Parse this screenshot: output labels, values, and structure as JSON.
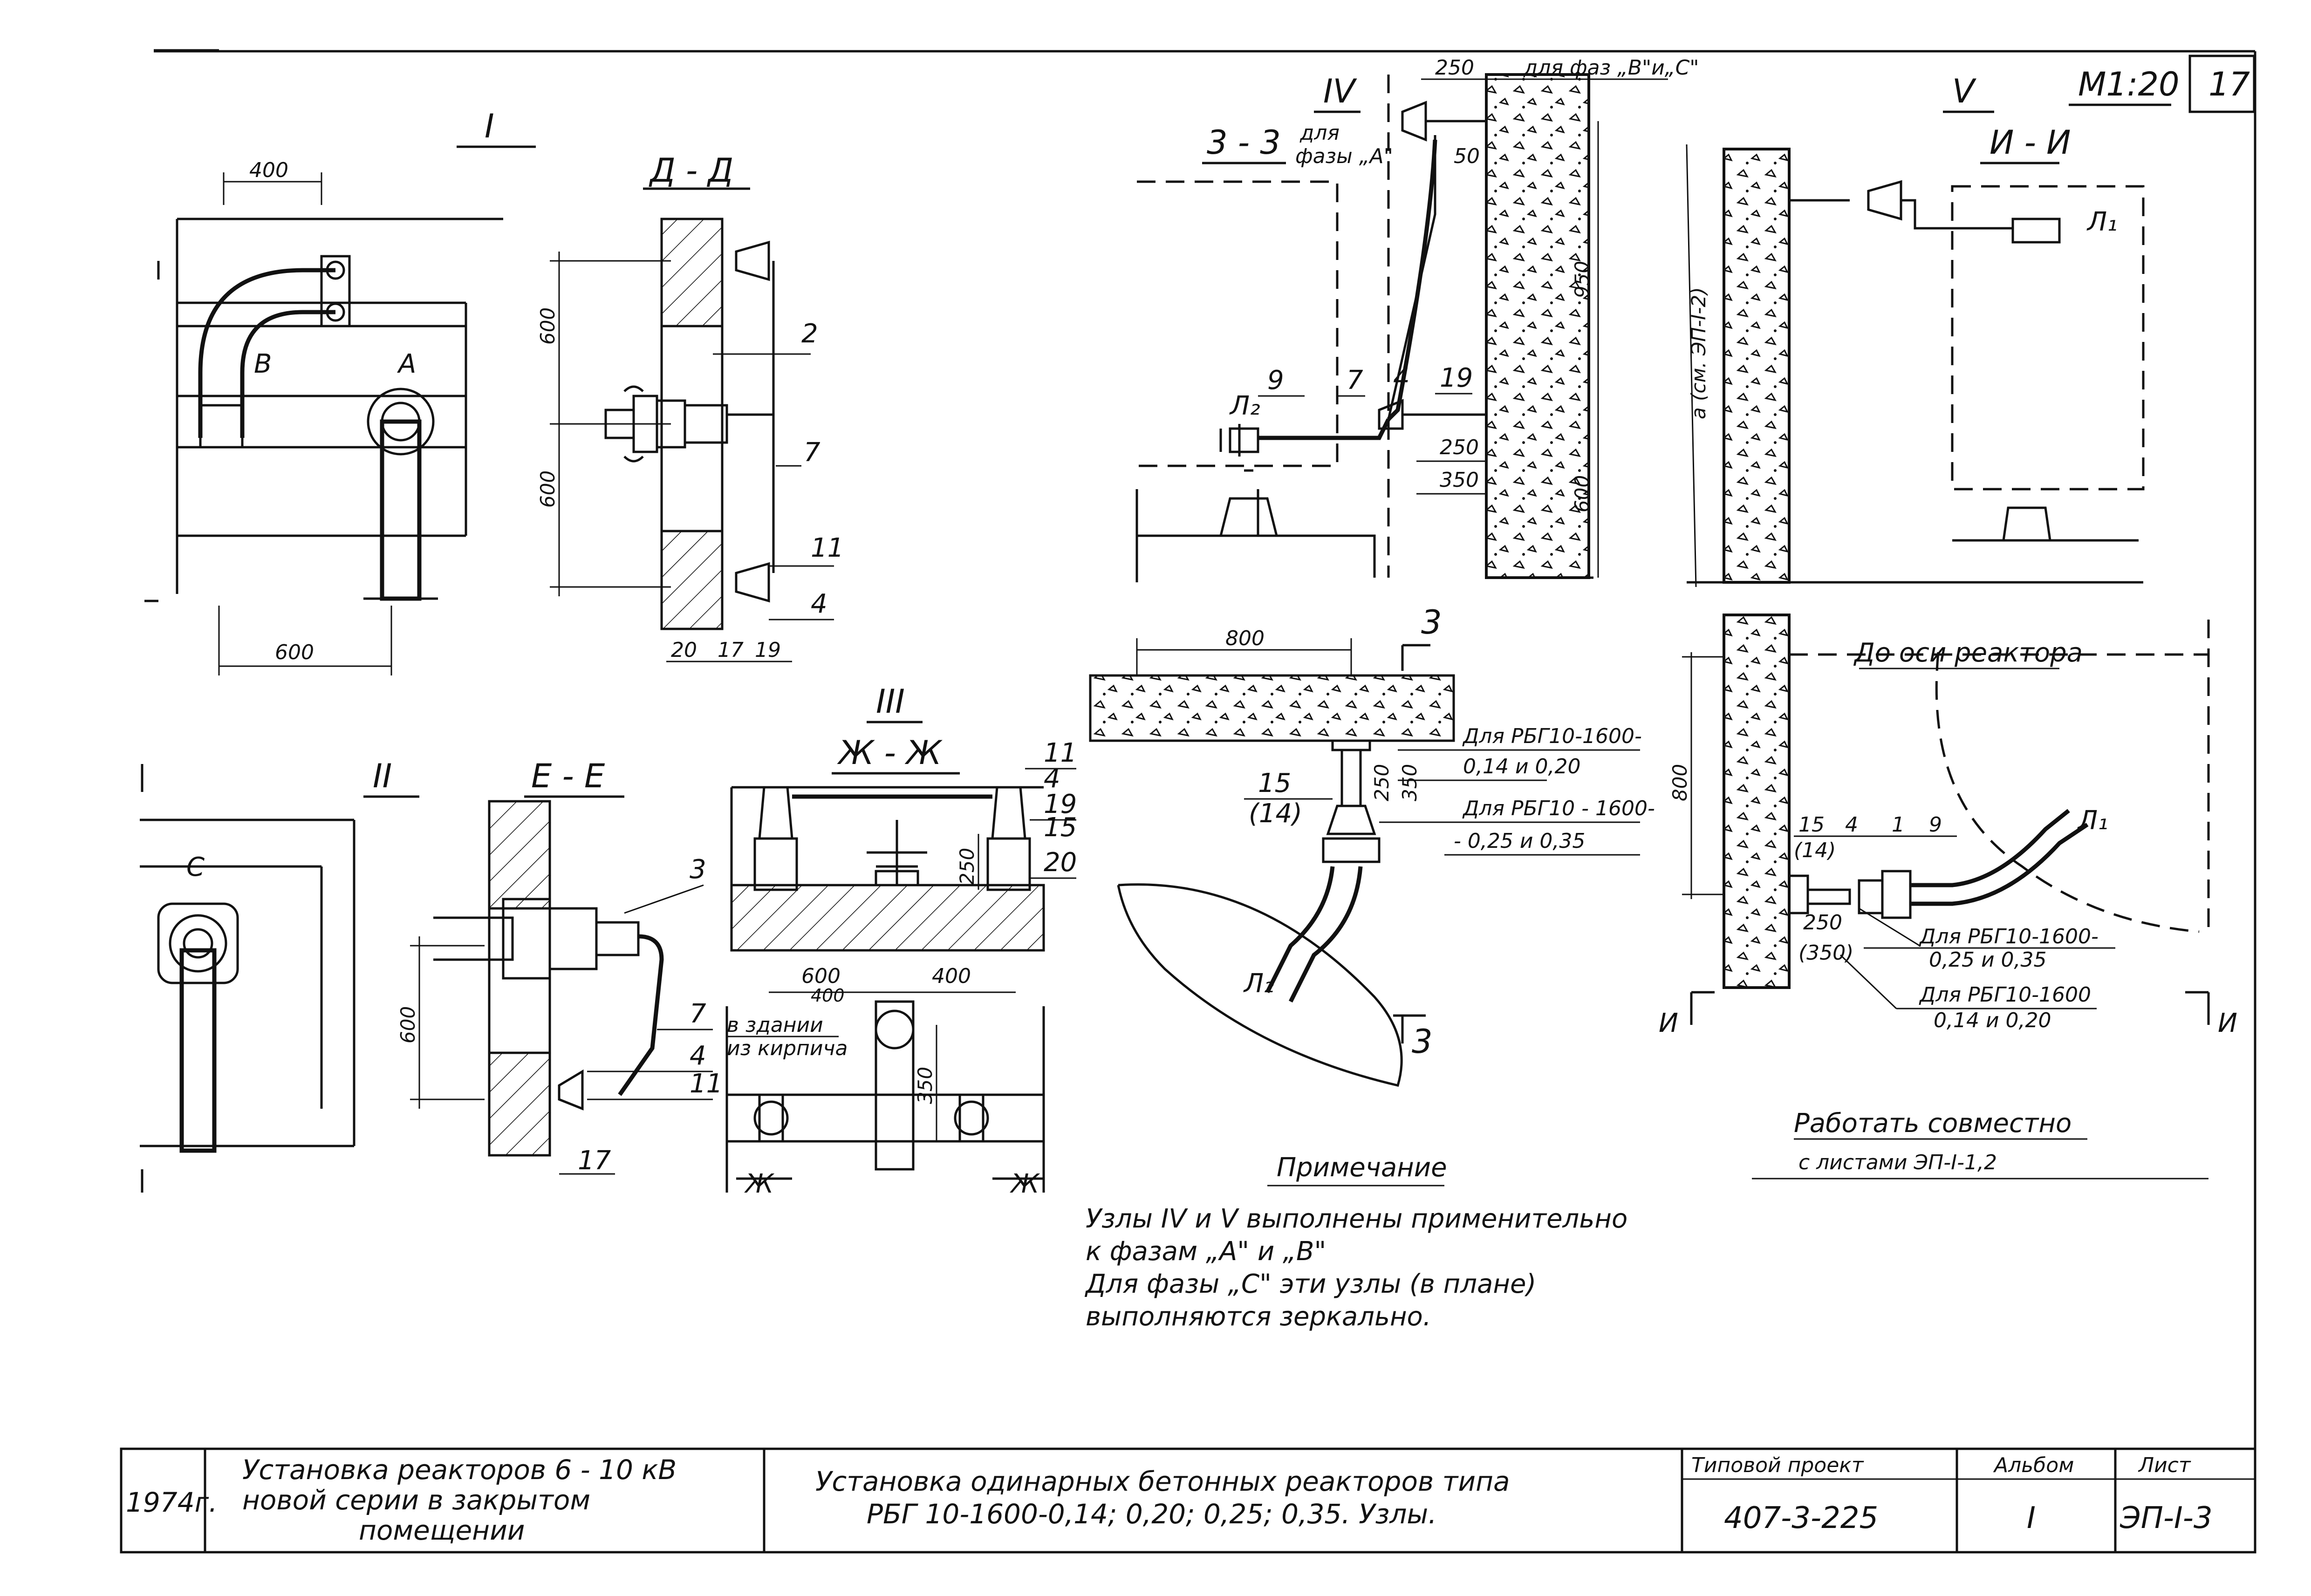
{
  "sheet": {
    "number": "17",
    "scale": "М1:20"
  },
  "views": {
    "node1": {
      "title": "I",
      "dim_top": "400",
      "dim_bottom": "600",
      "phase_b": "B",
      "phase_a": "A"
    },
    "section_dd": {
      "title": "Д - Д",
      "dim_upper": "600",
      "dim_lower": "600",
      "callouts": [
        "2",
        "7",
        "11",
        "4",
        "20",
        "17",
        "19"
      ]
    },
    "node2": {
      "title": "II",
      "phase_c": "C"
    },
    "section_ee": {
      "title": "Е - Е",
      "dim": "600",
      "callouts": [
        "3",
        "7",
        "4",
        "11",
        "17"
      ]
    },
    "node3": {
      "title": "III",
      "section": "Ж - Ж",
      "callouts": [
        "11",
        "4",
        "19",
        "15",
        "20"
      ],
      "dim_height": "250",
      "dim_left": "600",
      "dim_left2": "400",
      "dim_right": "400",
      "note_brick": [
        "в здании",
        "из кирпича"
      ],
      "dim_plan": "350",
      "cut_left": "Ж",
      "cut_right": "Ж"
    },
    "node4": {
      "title": "IV",
      "section": "3 - 3",
      "dim_top": "250",
      "phase_note_top": "для фаз „В\"и„С\"",
      "phase_note_a": [
        "для",
        "фазы „А\""
      ],
      "dim_50": "50",
      "dim_950": "950",
      "dim_600": "600",
      "dim_250": "250",
      "dim_350": "350",
      "callouts": [
        "9",
        "7",
        "4",
        "19"
      ],
      "l2": "Л₂"
    },
    "plan33": {
      "dim_800": "800",
      "cut": "3",
      "callout": "15",
      "callout_alt": "(14)",
      "dim_250": "250",
      "dim_350": "350",
      "l2": "Л₂",
      "note1": [
        "Для РБГ10-1600-",
        "0,14 и 0,20"
      ],
      "note2": [
        "Для РБГ10 - 1600-",
        "- 0,25 и 0,35"
      ]
    },
    "node5": {
      "title": "V",
      "section": "И - И",
      "side_label": "а (см. ЭП-I-2)",
      "l1": "Л₁"
    },
    "planII": {
      "axis_note": "До оси реактора",
      "dim_800": "800",
      "callouts": [
        "15",
        "(14)",
        "4",
        "1",
        "9"
      ],
      "l1": "Л₁",
      "dim_250": "250",
      "dim_350": "(350)",
      "note1": [
        "Для РБГ10-1600-",
        "0,25 и 0,35"
      ],
      "note2": [
        "Для РБГ10-1600",
        "0,14 и 0,20"
      ],
      "cut_left": "И",
      "cut_right": "И"
    }
  },
  "work_together": [
    "Работать совместно",
    "с листами ЭП-I-1,2"
  ],
  "note": {
    "title": "Примечание",
    "lines": [
      "Узлы IV и V выполнены применительно",
      "к фазам „А\" и „В\"",
      "Для фазы „С\" эти узлы (в плане)",
      "выполняются зеркально."
    ]
  },
  "title_block": {
    "year": "1974г.",
    "project_desc": [
      "Установка реакторов 6 - 10 кВ",
      "новой серии в закрытом",
      "помещении"
    ],
    "sheet_desc": [
      "Установка одинарных бетонных реакторов типа",
      "РБГ 10-1600-0,14; 0,20; 0,25; 0,35.  Узлы."
    ],
    "typ_project_label": "Типовой проект",
    "typ_project_value": "407-3-225",
    "album_label": "Альбом",
    "album_value": "I",
    "sheet_label": "Лист",
    "sheet_value": "ЭП-I-3"
  }
}
